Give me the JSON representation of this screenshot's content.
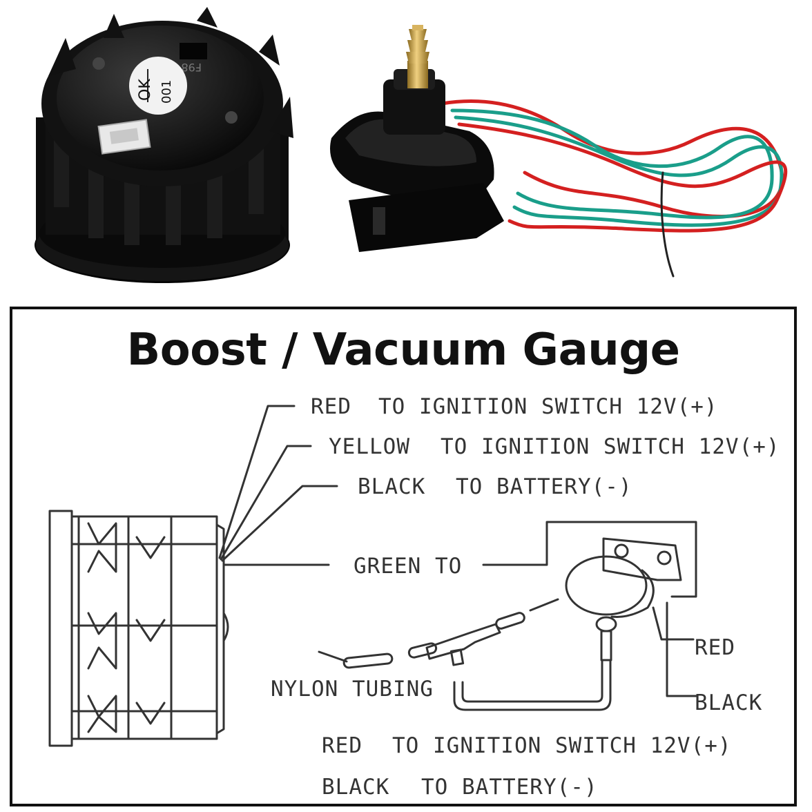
{
  "photo": {
    "gauge_sticker_line1": "OK",
    "gauge_sticker_line2": "001",
    "gauge_back_code": "F98"
  },
  "diagram": {
    "title": "Boost / Vacuum Gauge",
    "gauge_wires": [
      {
        "color": "RED",
        "destination": "TO IGNITION SWITCH 12V(+)"
      },
      {
        "color": "YELLOW",
        "destination": "TO IGNITION SWITCH 12V(+)"
      },
      {
        "color": "BLACK",
        "destination": "TO BATTERY(-)"
      }
    ],
    "green_label": "GREEN TO",
    "sensor_red_label": "RED",
    "sensor_black_label": "BLACK",
    "nylon_label": "NYLON TUBING",
    "bottom_notes": [
      {
        "color": "RED",
        "destination": "TO IGNITION SWITCH 12V(+)"
      },
      {
        "color": "BLACK",
        "destination": "TO BATTERY(-)"
      }
    ]
  },
  "colors": {
    "wire_red": "#d42020",
    "wire_green": "#1a9e8a",
    "brass": "#c9a045",
    "line_art": "#333333"
  }
}
